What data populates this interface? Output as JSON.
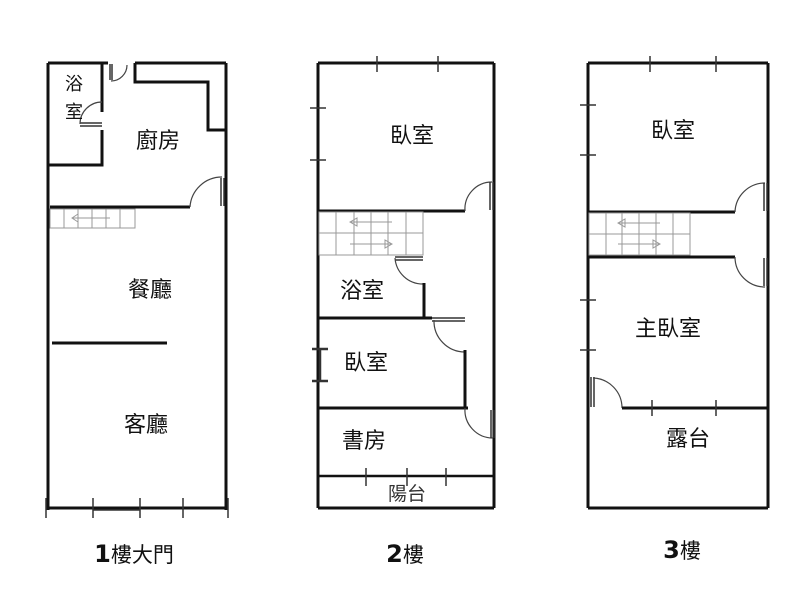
{
  "floors": [
    {
      "caption_num": "1",
      "caption_text": "樓大門",
      "rooms": {
        "bath": "浴室",
        "bath_1": "浴",
        "bath_2": "室",
        "kitchen": "廚房",
        "dining": "餐廳",
        "living": "客廳"
      }
    },
    {
      "caption_num": "2",
      "caption_text": "樓",
      "rooms": {
        "bedroom_front": "臥室",
        "bath": "浴室",
        "bedroom_mid": "臥室",
        "study": "書房",
        "balcony": "陽台"
      }
    },
    {
      "caption_num": "3",
      "caption_text": "樓",
      "rooms": {
        "bedroom": "臥室",
        "master": "主臥室",
        "terrace": "露台"
      }
    }
  ]
}
